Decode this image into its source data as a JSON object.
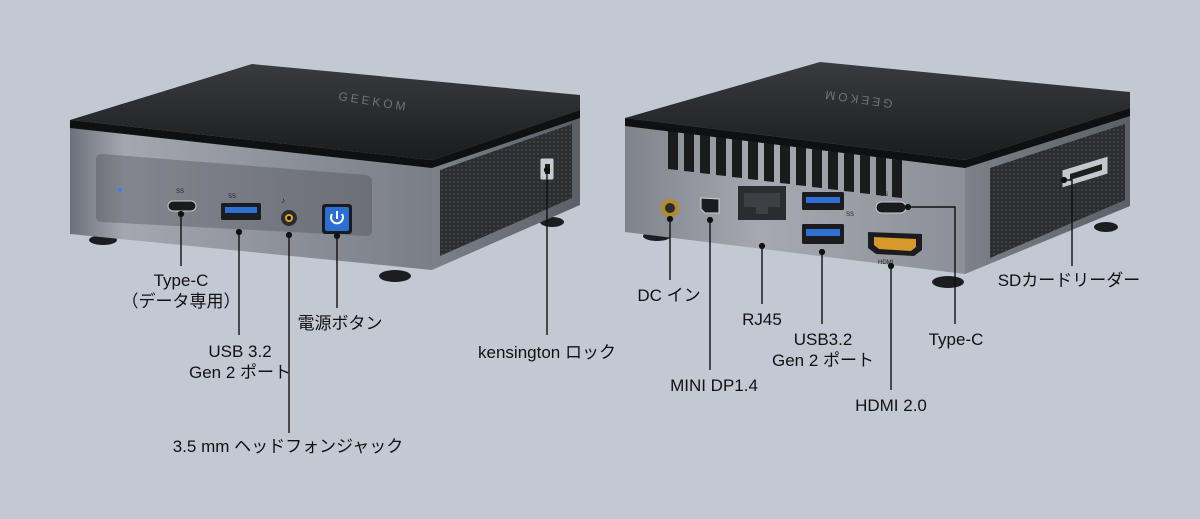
{
  "brand": "GEEKOM",
  "front_labels": {
    "type_c": "Type-C\n（データ専用）",
    "usb": "USB 3.2\nGen 2 ポート",
    "power": "電源ボタン",
    "kensington": "kensington ロック",
    "audio": "3.5 mm ヘッドフォンジャック"
  },
  "rear_labels": {
    "dc": "DC イン",
    "mini_dp": "MINI DP1.4",
    "rj45": "RJ45",
    "usb": "USB3.2\nGen 2 ポート",
    "hdmi": "HDMI 2.0",
    "type_c": "Type-C",
    "sd": "SDカードリーダー"
  },
  "port_marks": {
    "ss": "SS",
    "hdmi": "HDMI"
  },
  "colors": {
    "background": "#c3c9d3",
    "body": "#8d9199",
    "top": "#2a2b2e",
    "power_button": "#2a6fd1",
    "usb_blue": "#2f6fd6"
  }
}
